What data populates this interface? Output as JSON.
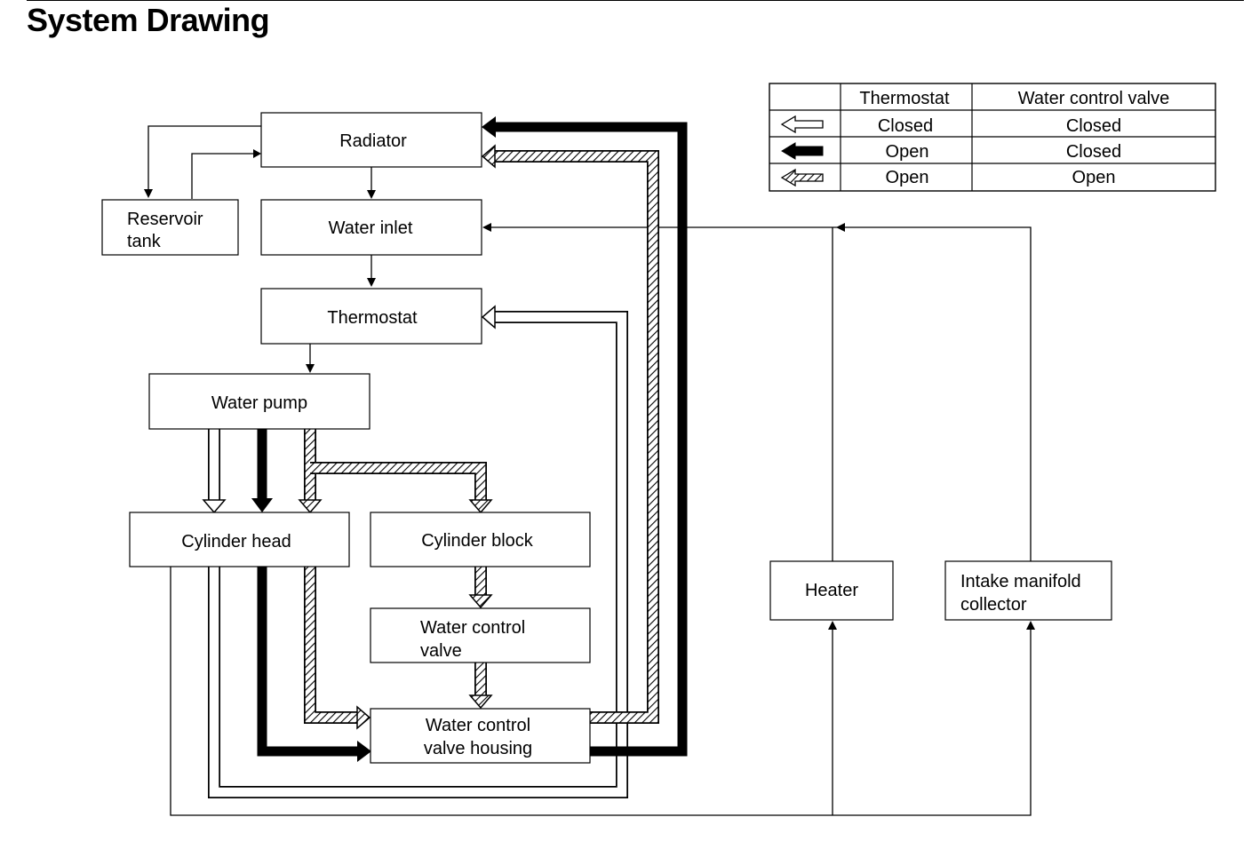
{
  "title": "System Drawing",
  "legend": {
    "headers": [
      "",
      "Thermostat",
      "Water control valve"
    ],
    "rows": [
      {
        "arrow": "white-arrow",
        "thermostat": "Closed",
        "water_control_valve": "Closed"
      },
      {
        "arrow": "black-arrow",
        "thermostat": "Open",
        "water_control_valve": "Closed"
      },
      {
        "arrow": "hatched-arrow",
        "thermostat": "Open",
        "water_control_valve": "Open"
      }
    ]
  },
  "components": {
    "radiator": [
      "Radiator"
    ],
    "reservoir_tank": [
      "Reservoir",
      "tank"
    ],
    "water_inlet": [
      "Water inlet"
    ],
    "thermostat": [
      "Thermostat"
    ],
    "water_pump": [
      "Water pump"
    ],
    "cylinder_head": [
      "Cylinder head"
    ],
    "cylinder_block": [
      "Cylinder block"
    ],
    "water_control_valve": [
      "Water control",
      "valve"
    ],
    "water_control_valve_housing": [
      "Water control",
      "valve housing"
    ],
    "heater": [
      "Heater"
    ],
    "intake_manifold_collector": [
      "Intake manifold",
      "collector"
    ]
  }
}
